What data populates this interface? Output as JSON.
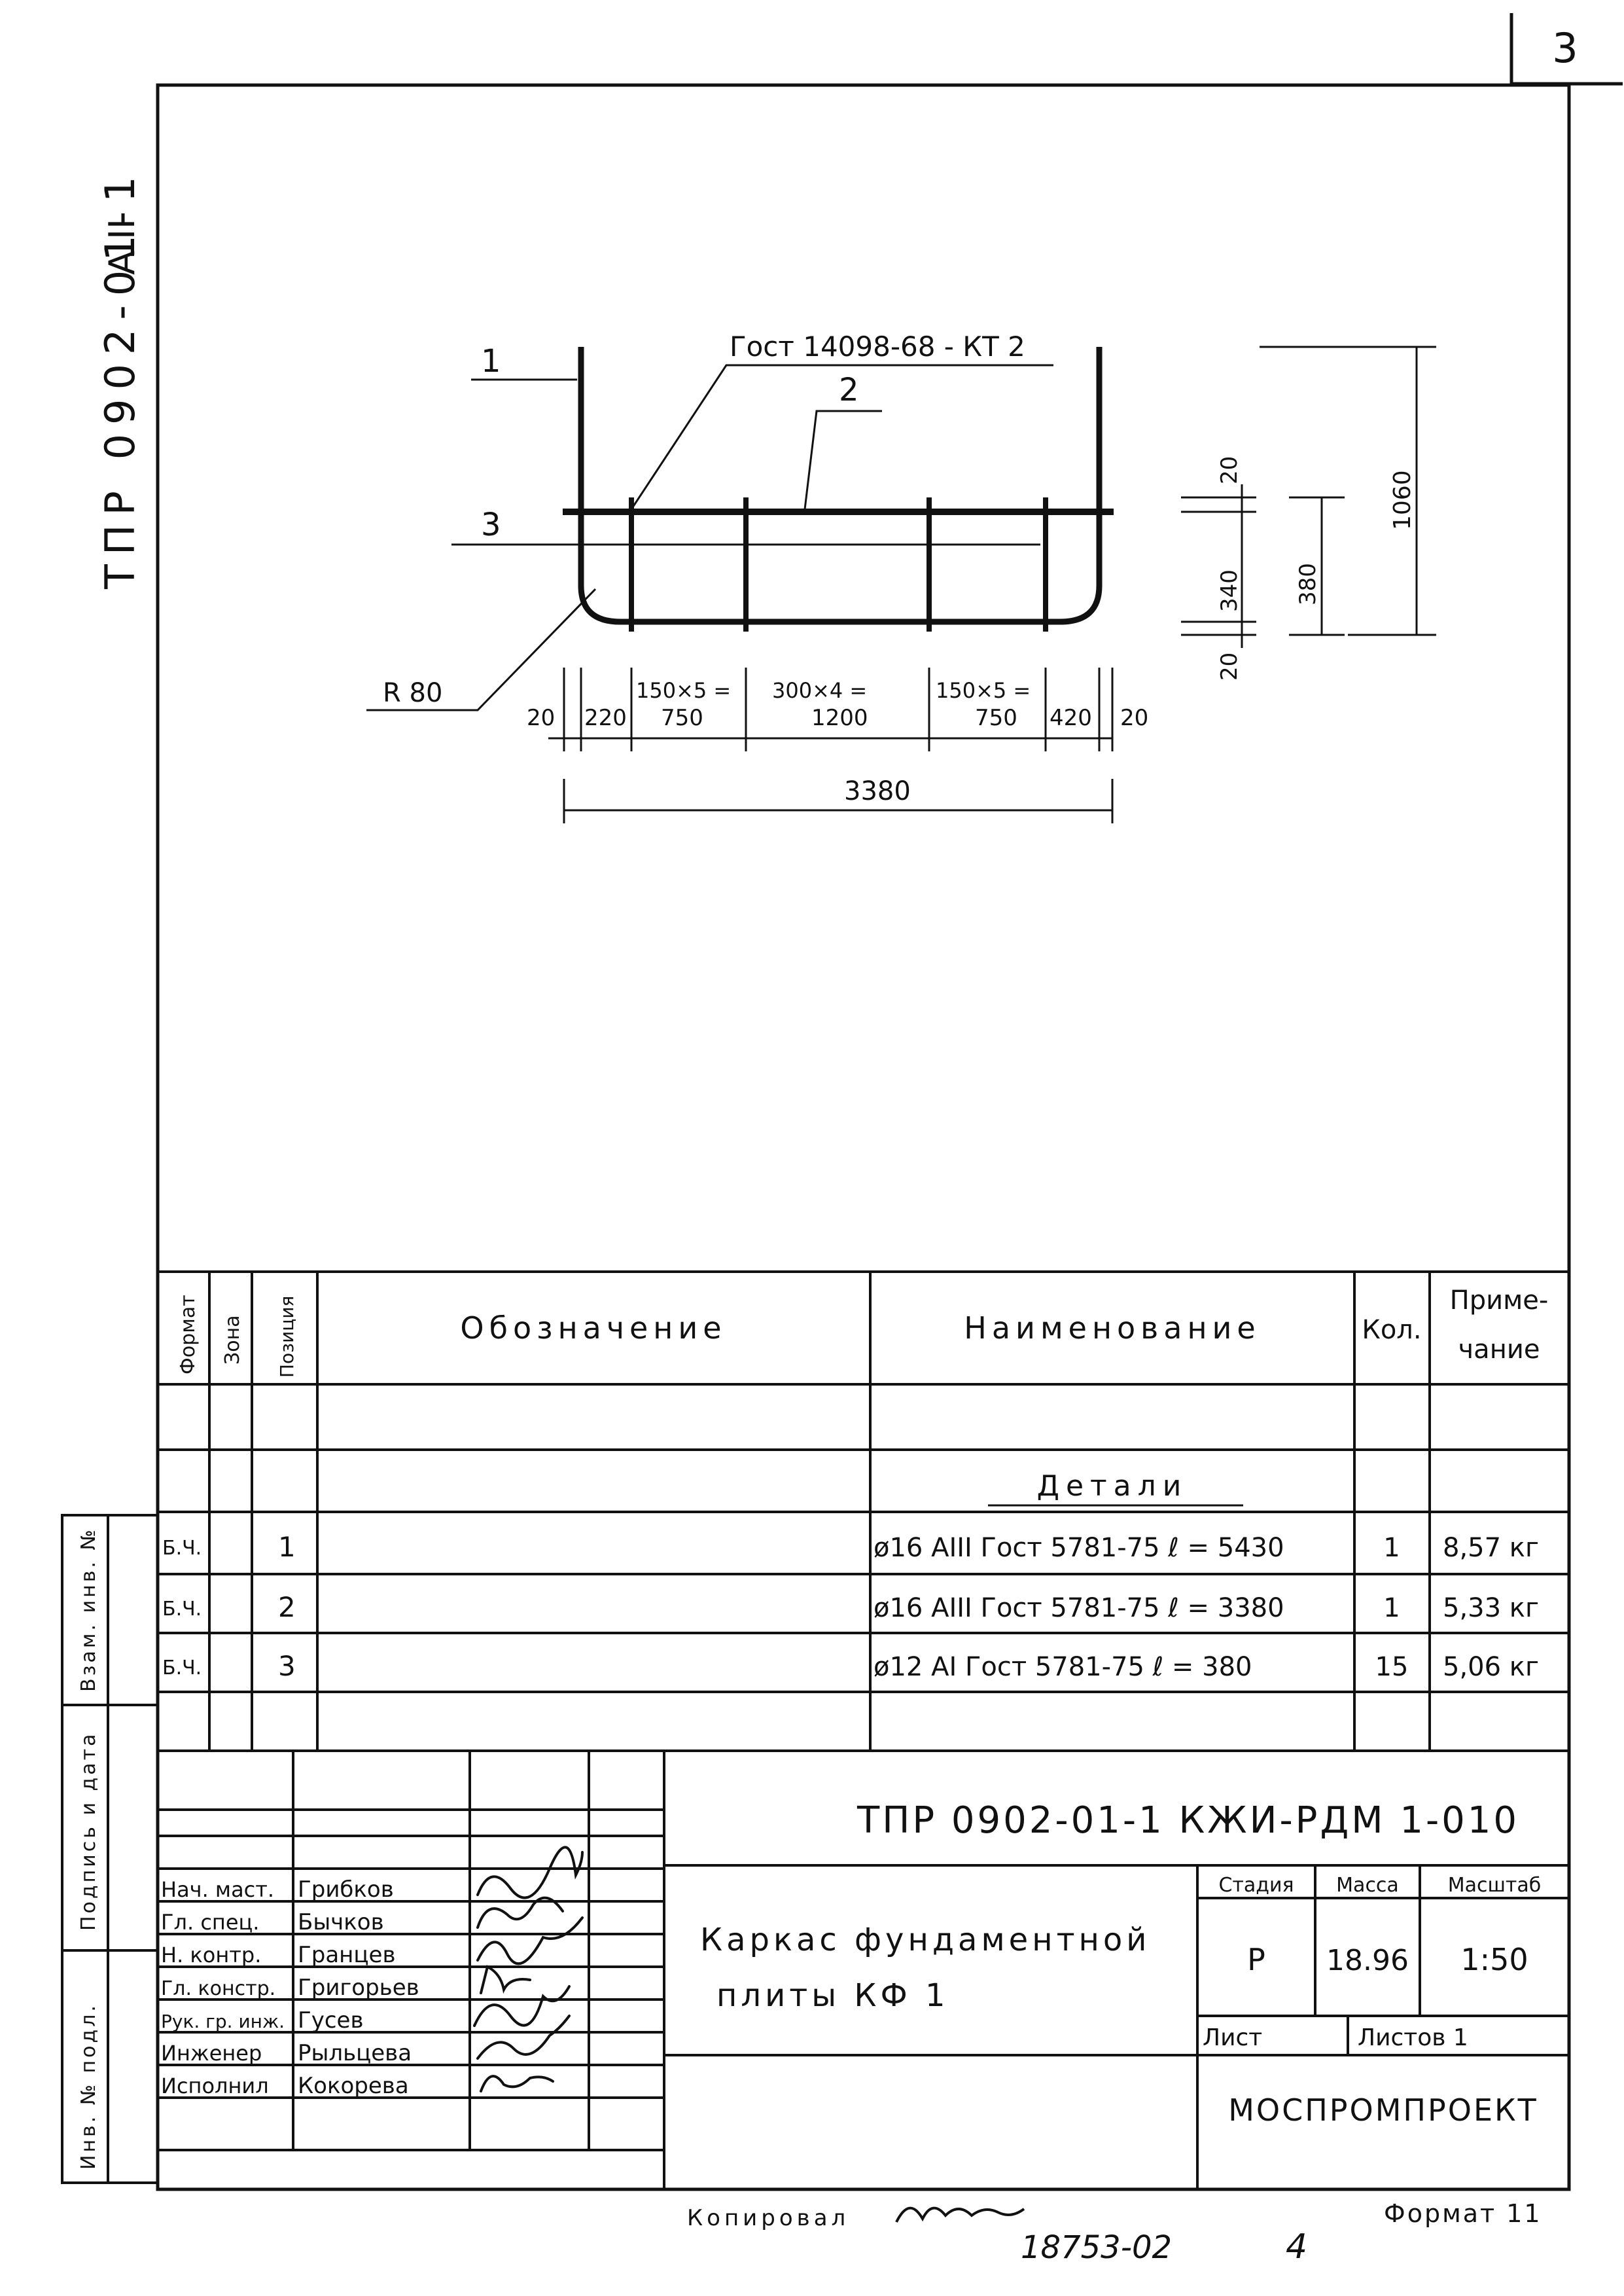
{
  "sheet": {
    "number": "3",
    "side_code": "ТПР 0902-01-1",
    "side_code_suffix": "А II"
  },
  "drawing": {
    "callouts": {
      "p1": "1",
      "p2": "2",
      "p3": "3"
    },
    "weld_note": "Гост 14098-68 - КТ 2",
    "radius": "R 80",
    "dims": {
      "d20_left": "20",
      "d220": "220",
      "d150x5_a_top": "150×5 =",
      "d150x5_a_bot": "750",
      "d300x4_top": "300×4 =",
      "d300x4_bot": "1200",
      "d150x5_b_top": "150×5 =",
      "d150x5_b_bot": "750",
      "d420": "420",
      "d20_right": "20",
      "total": "3380",
      "v20_top": "20",
      "v340": "340",
      "v20_bot": "20",
      "v380": "380",
      "v1060": "1060"
    }
  },
  "spec": {
    "headers": {
      "format": "Формат",
      "zone": "Зона",
      "position": "Позиция",
      "designation": "Обозначение",
      "name": "Наименование",
      "qty": "Кол.",
      "note_l1": "Приме-",
      "note_l2": "чание"
    },
    "section": "Детали",
    "rows": [
      {
        "format": "Б.Ч.",
        "pos": "1",
        "name": "ø16 АIII Гост 5781-75  ℓ = 5430",
        "qty": "1",
        "note": "8,57 кг"
      },
      {
        "format": "Б.Ч.",
        "pos": "2",
        "name": "ø16 АIII Гост 5781-75  ℓ = 3380",
        "qty": "1",
        "note": "5,33 кг"
      },
      {
        "format": "Б.Ч.",
        "pos": "3",
        "name": "ø12 АI Гост 5781-75  ℓ = 380",
        "qty": "15",
        "note": "5,06 кг"
      }
    ]
  },
  "left_strip": {
    "vzam": "Взам. инв. №",
    "podpis": "Подпись и дата",
    "inv": "Инв. № подл."
  },
  "title_block": {
    "doc_code": "ТПР 0902-01-1  КЖИ-РДМ 1-010",
    "title_l1": "Каркас фундаментной",
    "title_l2": "плиты    КФ 1",
    "stage_label": "Стадия",
    "mass_label": "Масса",
    "scale_label": "Масштаб",
    "stage": "Р",
    "mass": "18.96",
    "scale": "1:50",
    "sheet_label": "Лист",
    "sheets_label": "Листов 1",
    "org": "МОСПРОМПРОЕКТ",
    "people": [
      {
        "role": "Нач. маст.",
        "name": "Грибков"
      },
      {
        "role": "Гл. спец.",
        "name": "Бычков"
      },
      {
        "role": "Н. контр.",
        "name": "Гранцев"
      },
      {
        "role": "Гл. констр.",
        "name": "Григорьев"
      },
      {
        "role": "Рук. гр. инж.",
        "name": "Гусев"
      },
      {
        "role": "Инженер",
        "name": "Рыльцева"
      },
      {
        "role": "Исполнил",
        "name": "Кокорева"
      }
    ]
  },
  "footer": {
    "copied": "Копировал",
    "order": "18753-02",
    "page": "4",
    "format": "Формат 11"
  }
}
